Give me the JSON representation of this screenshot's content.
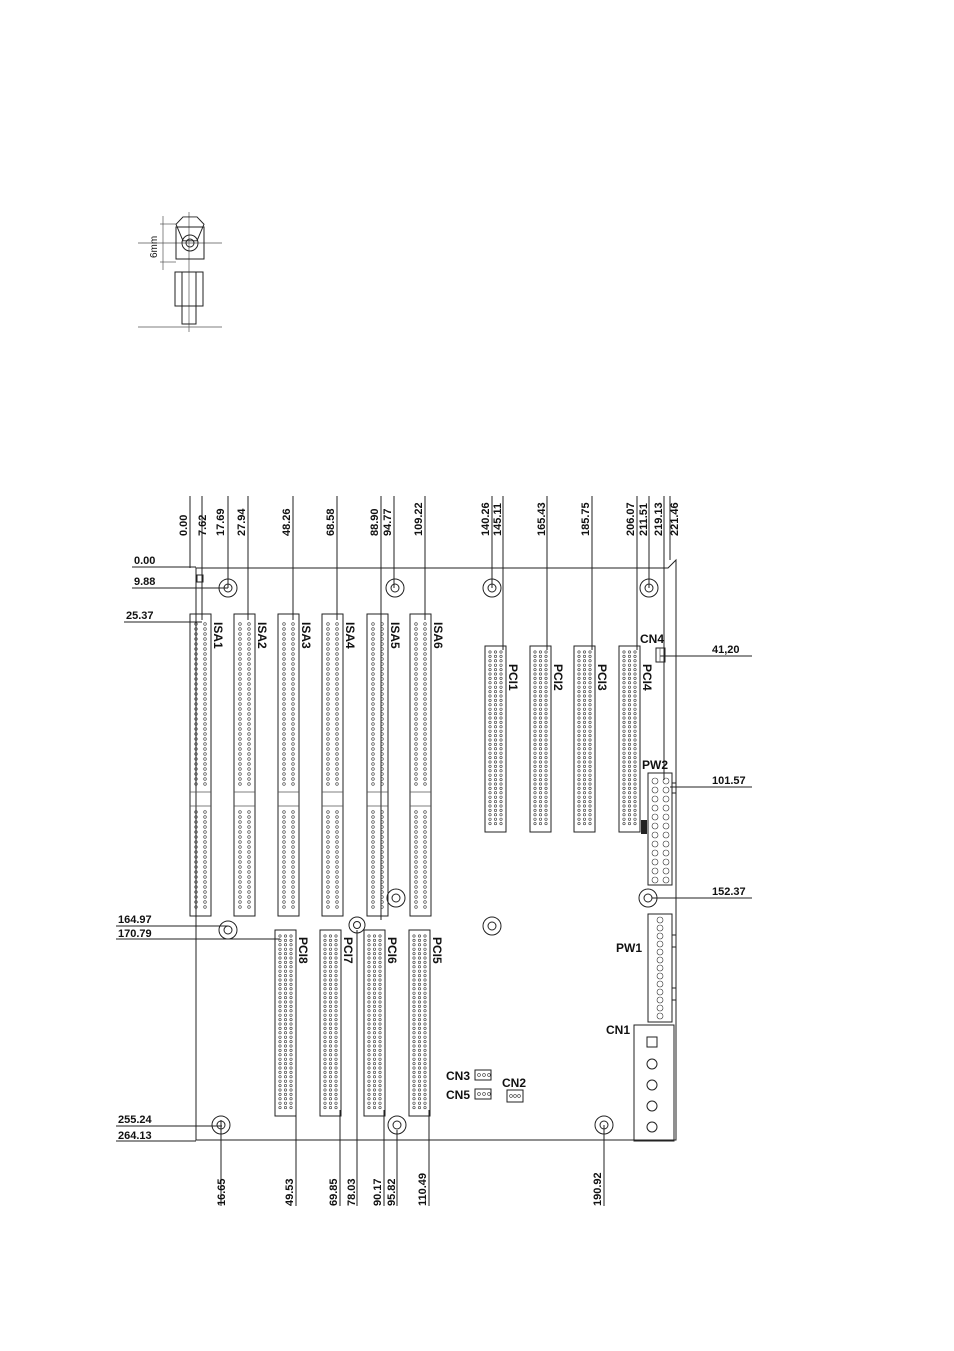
{
  "standoff": {
    "dimension_label": "6mm"
  },
  "top_dims": [
    "0.00",
    "7.62",
    "17.69",
    "27.94",
    "48.26",
    "68.58",
    "88.90",
    "94.77",
    "109.22",
    "140.26",
    "145.11",
    "165.43",
    "185.75",
    "206.07",
    "211.51",
    "219.13",
    "221.46"
  ],
  "left_dims": [
    "0.00",
    "9.88",
    "25.37",
    "164.97",
    "170.79",
    "255.24",
    "264.13"
  ],
  "right_dims": [
    "41,20",
    "101.57",
    "152.37"
  ],
  "bottom_dims": [
    "16.65",
    "49.53",
    "69.85",
    "78.03",
    "90.17",
    "95.82",
    "110.49",
    "190.92"
  ],
  "isa_labels": [
    "ISA1",
    "ISA2",
    "ISA3",
    "ISA4",
    "ISA5",
    "ISA6"
  ],
  "pci_top_labels": [
    "PCI1",
    "PCI2",
    "PCI3",
    "PCI4"
  ],
  "pci_bottom_labels": [
    "PCI8",
    "PCI7",
    "PCI6",
    "PCI5"
  ],
  "connectors": {
    "cn4": "CN4",
    "pw2": "PW2",
    "pw1": "PW1",
    "cn1": "CN1",
    "cn3": "CN3",
    "cn5": "CN5",
    "cn2": "CN2"
  }
}
